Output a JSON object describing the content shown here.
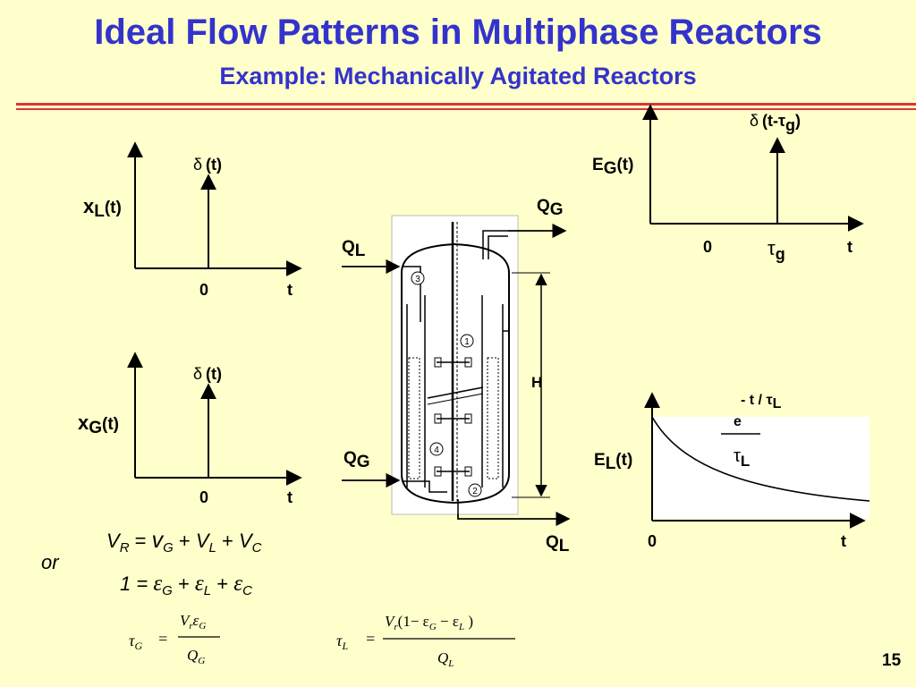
{
  "slide": {
    "title": "Ideal Flow Patterns in Multiphase Reactors",
    "subtitle": "Example:  Mechanically Agitated Reactors",
    "page_number": "15"
  },
  "colors": {
    "title": "#3333cc",
    "rule": "#dd3333",
    "background": "#ffffcc"
  },
  "plot_xl": {
    "y_main": "x",
    "y_sub": "L",
    "y_arg": "(t)",
    "impulse_main": "δ",
    "impulse_arg": "(t)",
    "origin": "0",
    "x_axis": "t"
  },
  "plot_xg": {
    "y_main": "x",
    "y_sub": "G",
    "y_arg": "(t)",
    "impulse_main": "δ",
    "impulse_arg": "(t)",
    "origin": "0",
    "x_axis": "t"
  },
  "plot_eg": {
    "y_main": "E",
    "y_sub": "G",
    "y_arg": "(t)",
    "impulse_main": "δ",
    "impulse_arg": "(t-τ",
    "impulse_sub": "g",
    "impulse_close": ")",
    "origin": "0",
    "tick_main": "τ",
    "tick_sub": "g",
    "x_axis": "t"
  },
  "plot_el": {
    "y_main": "E",
    "y_sub": "L",
    "y_arg": "(t)",
    "exp_base": "e",
    "exp_power": "- t / τ",
    "exp_power_sub": "L",
    "denom_main": "τ",
    "denom_sub": "L",
    "origin": "0",
    "x_axis": "t"
  },
  "reactor": {
    "q_g_out_main": "Q",
    "q_g_out_sub": "G",
    "q_l_in_main": "Q",
    "q_l_in_sub": "L",
    "q_g_in_main": "Q",
    "q_g_in_sub": "G",
    "q_l_out_main": "Q",
    "q_l_out_sub": "L",
    "height_label": "H",
    "callouts": [
      "1",
      "2",
      "3",
      "4"
    ]
  },
  "equations": {
    "or_label": "or",
    "eq1": {
      "v": "V",
      "vsub_r": "R",
      "eq": " = ",
      "v2": "v",
      "vsub_g": "G",
      "plus1": " + ",
      "v3": "V",
      "vsub_l": "L",
      "plus2": " + ",
      "v4": "V",
      "vsub_c": "C"
    },
    "eq2": {
      "one": "1 = ",
      "e1": "ε",
      "s1": "G",
      "plus1": " + ",
      "e2": "ε",
      "s2": "L",
      "plus2": " + ",
      "e3": "ε",
      "s3": "C"
    },
    "tau_g": {
      "lhs": "τ",
      "lhs_sub": "G",
      "eq": "=",
      "num_v": "V",
      "num_vsub": "r",
      "num_e": "ε",
      "num_esub": "G",
      "den": "Q",
      "den_sub": "G"
    },
    "tau_l": {
      "lhs": "τ",
      "lhs_sub": "L",
      "eq": "=",
      "num_v": "V",
      "num_vsub": "r",
      "num_rest": "(1− ε",
      "num_esub1": "G",
      "num_minus": " − ε",
      "num_esub2": "L",
      "num_close": " )",
      "den": "Q",
      "den_sub": "L"
    }
  }
}
